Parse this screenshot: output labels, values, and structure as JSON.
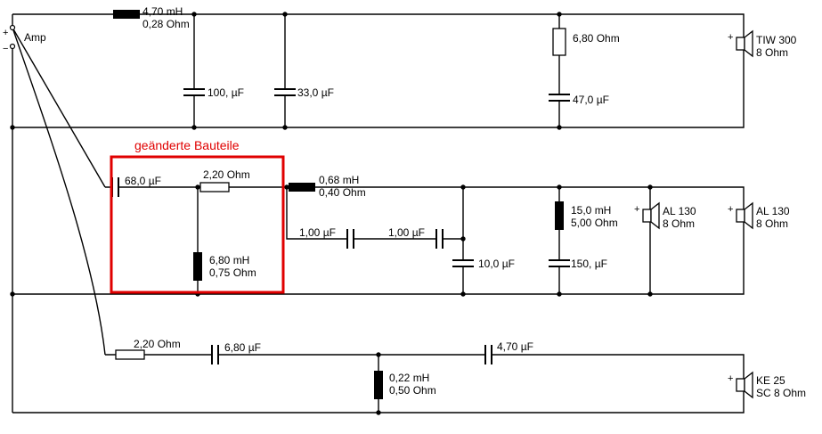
{
  "note": {
    "text": "geänderte Bauteile"
  },
  "colors": {
    "wire": "#000000",
    "highlight": "#e00000",
    "background": "#ffffff"
  },
  "amp": {
    "label": "Amp",
    "plus": "+",
    "minus": "−"
  },
  "woofer": {
    "inductor": {
      "value": "4,70 mH",
      "resistance": "0,28 Ohm"
    },
    "cap1": {
      "value": "100, µF"
    },
    "cap2": {
      "value": "33,0 µF"
    },
    "resistor": {
      "value": "6,80 Ohm"
    },
    "cap3": {
      "value": "47,0 µF"
    },
    "speaker": {
      "model": "TIW 300",
      "impedance": "8 Ohm",
      "polarity": "+"
    }
  },
  "midrange": {
    "cap_in": {
      "value": "68,0 µF"
    },
    "resistor": {
      "value": "2,20 Ohm"
    },
    "shunt_inductor": {
      "value": "6,80 mH",
      "resistance": "0,75 Ohm"
    },
    "inductor": {
      "value": "0,68 mH",
      "resistance": "0,40 Ohm"
    },
    "bypass_cap1": {
      "value": "1,00 µF"
    },
    "bypass_cap2": {
      "value": "1,00 µF"
    },
    "shunt_cap": {
      "value": "10,0 µF"
    },
    "notch_inductor": {
      "value": "15,0 mH",
      "resistance": "5,00 Ohm"
    },
    "notch_cap": {
      "value": "150, µF"
    },
    "speaker1": {
      "model": "AL 130",
      "impedance": "8 Ohm",
      "polarity": "+"
    },
    "speaker2": {
      "model": "AL 130",
      "impedance": "8 Ohm",
      "polarity": "+"
    }
  },
  "tweeter": {
    "resistor": {
      "value": "2,20 Ohm"
    },
    "cap1": {
      "value": "6,80 µF"
    },
    "shunt_inductor": {
      "value": "0,22 mH",
      "resistance": "0,50 Ohm"
    },
    "cap2": {
      "value": "4,70 µF"
    },
    "speaker": {
      "model": "KE 25",
      "impedance": "SC 8 Ohm",
      "polarity": "+"
    }
  }
}
